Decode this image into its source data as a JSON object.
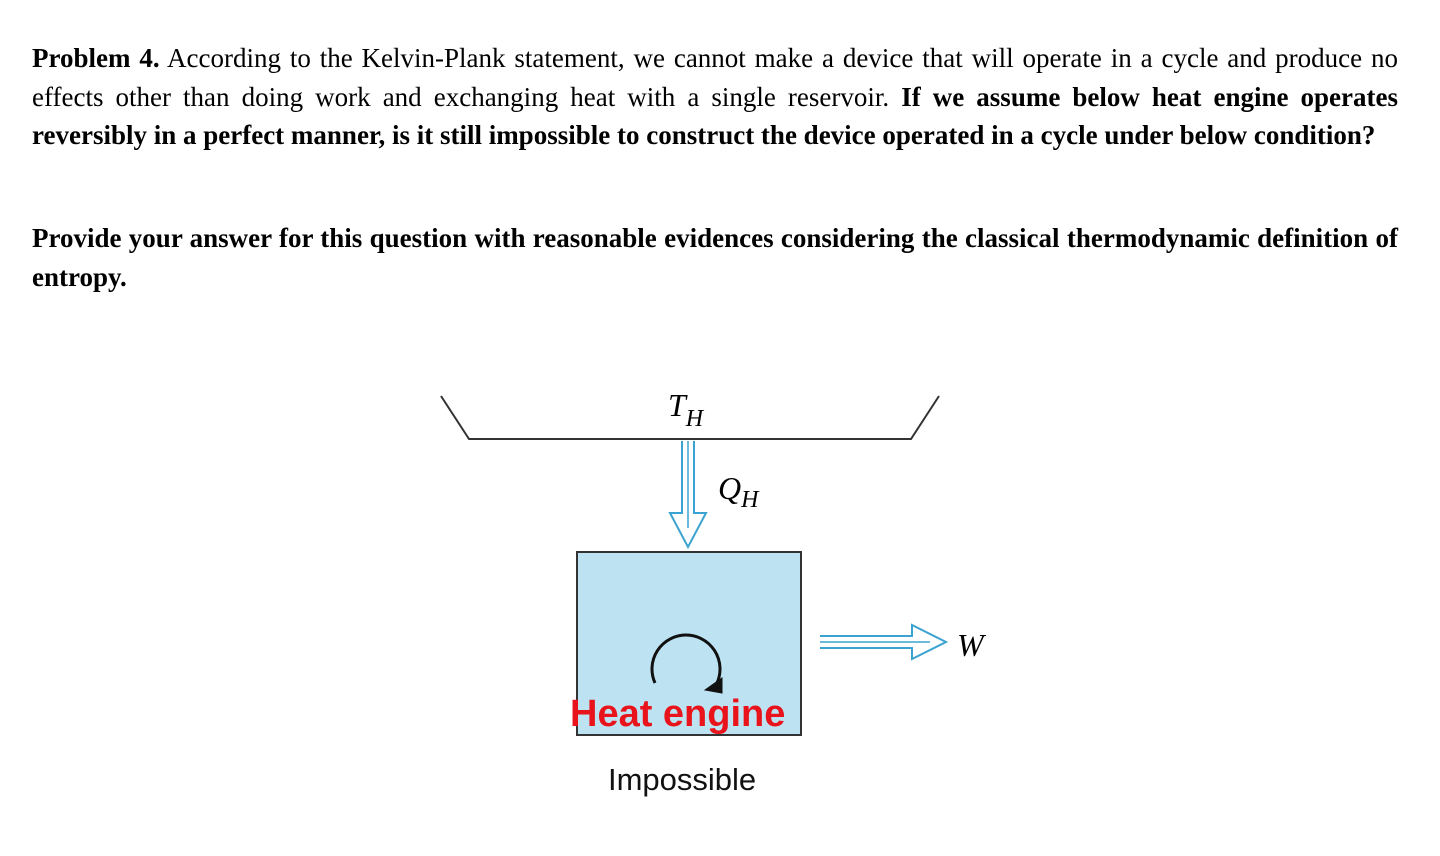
{
  "problem": {
    "label": "Problem 4.",
    "intro": " According to the Kelvin-Plank statement, we cannot make a device that will operate in a cycle and produce no effects other than doing work and exchanging heat with a single reservoir. ",
    "question": "If we assume below heat engine operates reversibly in a perfect manner, is it still impossible to construct the device operated in a cycle under below condition?",
    "instruction": "Provide your answer for this question with reasonable evidences considering the classical thermodynamic definition of entropy."
  },
  "diagram": {
    "reservoir_label": "T",
    "reservoir_subscript": "H",
    "heat_label": "Q",
    "heat_subscript": "H",
    "work_label": "W",
    "engine_label": "Heat engine",
    "caption": "Impossible",
    "colors": {
      "box_fill": "#bde3f2",
      "arrow_stroke": "#3aa3cf",
      "engine_label": "#e8131b",
      "line": "#333333"
    }
  }
}
